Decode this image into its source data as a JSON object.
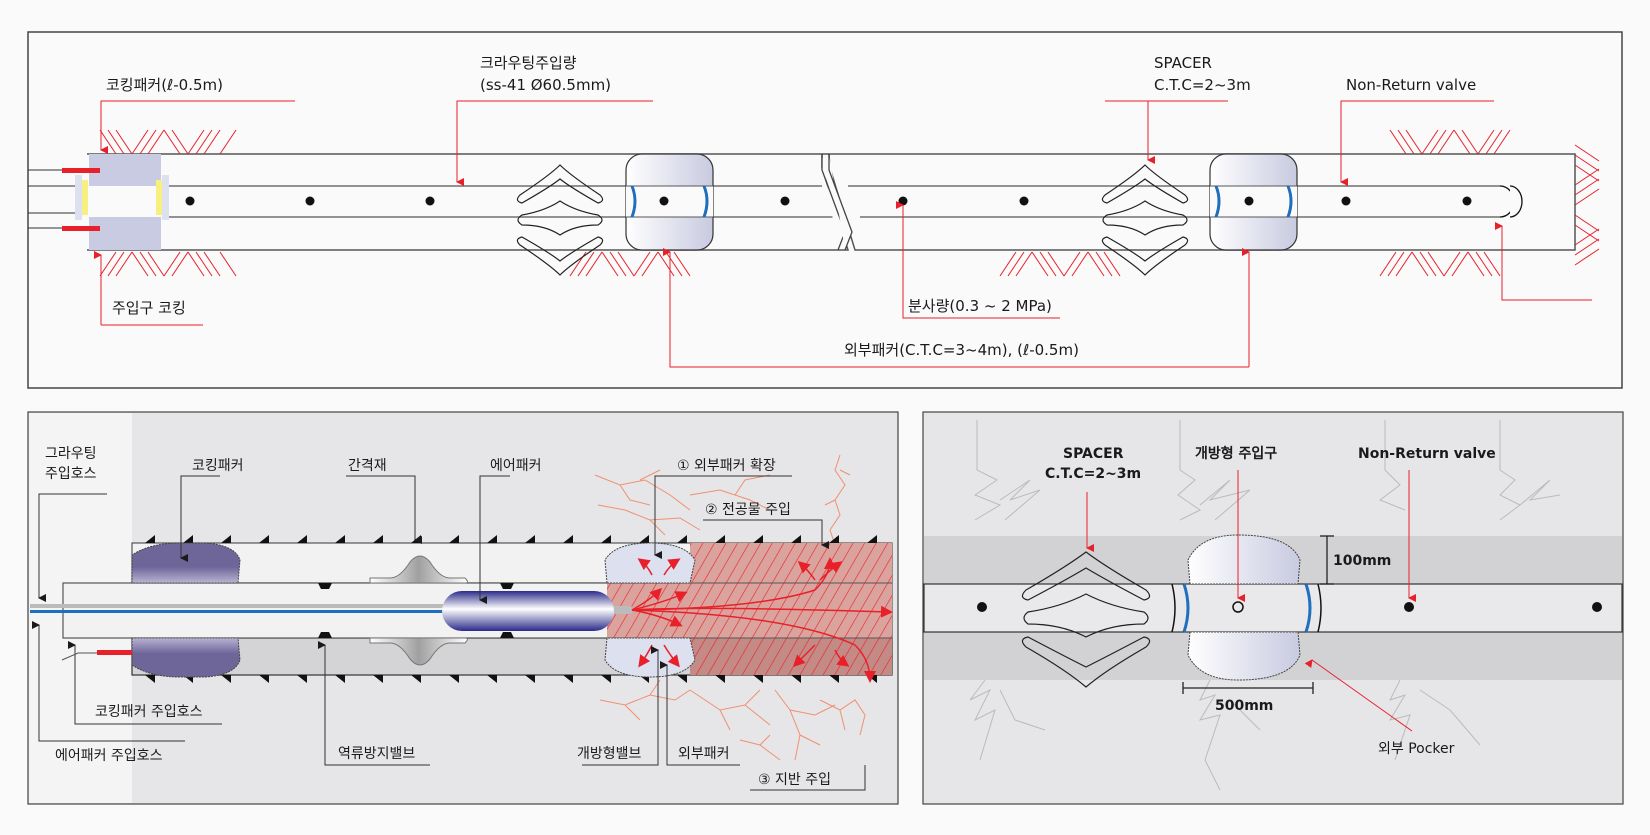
{
  "top_panel": {
    "labels": {
      "caulking_packer": "코킹패커(ℓ-0.5m)",
      "grouting_amount_1": "크라우팅주입량",
      "grouting_amount_2": "(ss-41  Ø60.5mm)",
      "spacer_1": "SPACER",
      "spacer_2": "C.T.C=2~3m",
      "non_return_valve": "Non-Return valve",
      "inlet_caulking": "주입구 코킹",
      "injection_pressure": "분사량(0.3 ~ 2 MPa)",
      "external_packer": "외부패커(C.T.C=3~4m), (ℓ-0.5m)"
    }
  },
  "bottom_left_panel": {
    "labels": {
      "grouting_hose_1": "그라우팅",
      "grouting_hose_2": "주입호스",
      "caulking_packer": "코킹패커",
      "spacer": "간격재",
      "air_packer": "에어패커",
      "step1": "① 외부패커 확장",
      "step2": "② 전공물 주입",
      "step3": "③ 지반 주입",
      "caulking_packer_hose": "코킹패커 주입호스",
      "air_packer_hose": "에어패커 주입호스",
      "check_valve": "역류방지밸브",
      "open_valve": "개방형밸브",
      "external_packer": "외부패커"
    }
  },
  "bottom_right_panel": {
    "labels": {
      "spacer_1": "SPACER",
      "spacer_2": "C.T.C=2~3m",
      "open_inlet": "개방형 주입구",
      "non_return_valve": "Non-Return valve",
      "dim_height": "100mm",
      "dim_width": "500mm",
      "external_pocker": "외부 Pocker"
    }
  },
  "colors": {
    "leader_red": "#e8202a",
    "hatch_red": "#e8202a",
    "packer_purple": "#6e6699",
    "packer_light": "#c9cbe2",
    "valve_blue": "#1f6fbf",
    "grout_fill": "#d9a09a",
    "crack_orange": "#f09070",
    "ground_gray": "#e6e6e8"
  }
}
